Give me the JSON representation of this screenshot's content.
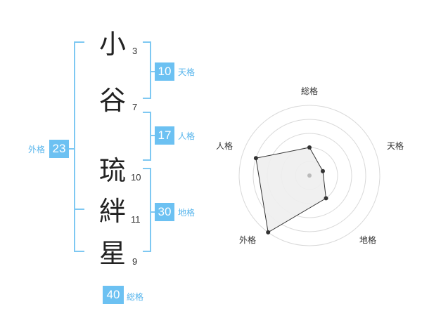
{
  "characters": [
    {
      "char": "小",
      "strokes": "3"
    },
    {
      "char": "谷",
      "strokes": "7"
    },
    {
      "char": "琉",
      "strokes": "10"
    },
    {
      "char": "絆",
      "strokes": "11"
    },
    {
      "char": "星",
      "strokes": "9"
    }
  ],
  "fortunes": {
    "tenkaku": {
      "value": "10",
      "label": "天格"
    },
    "jinkaku": {
      "value": "17",
      "label": "人格"
    },
    "chikaku": {
      "value": "30",
      "label": "地格"
    },
    "gaikaku": {
      "value": "23",
      "label": "外格"
    },
    "soukaku": {
      "value": "40",
      "label": "総格"
    }
  },
  "colors": {
    "accent": "#6cc1f2",
    "bracket": "#7ec8f2",
    "radar_fill": "#eeeeee",
    "grid": "#d9d9d9"
  },
  "chart_data": {
    "type": "radar",
    "axes": [
      "総格",
      "天格",
      "地格",
      "外格",
      "人格"
    ],
    "values": [
      2,
      1,
      2,
      5,
      4
    ],
    "max": 5,
    "rings": 5,
    "grid": true
  }
}
